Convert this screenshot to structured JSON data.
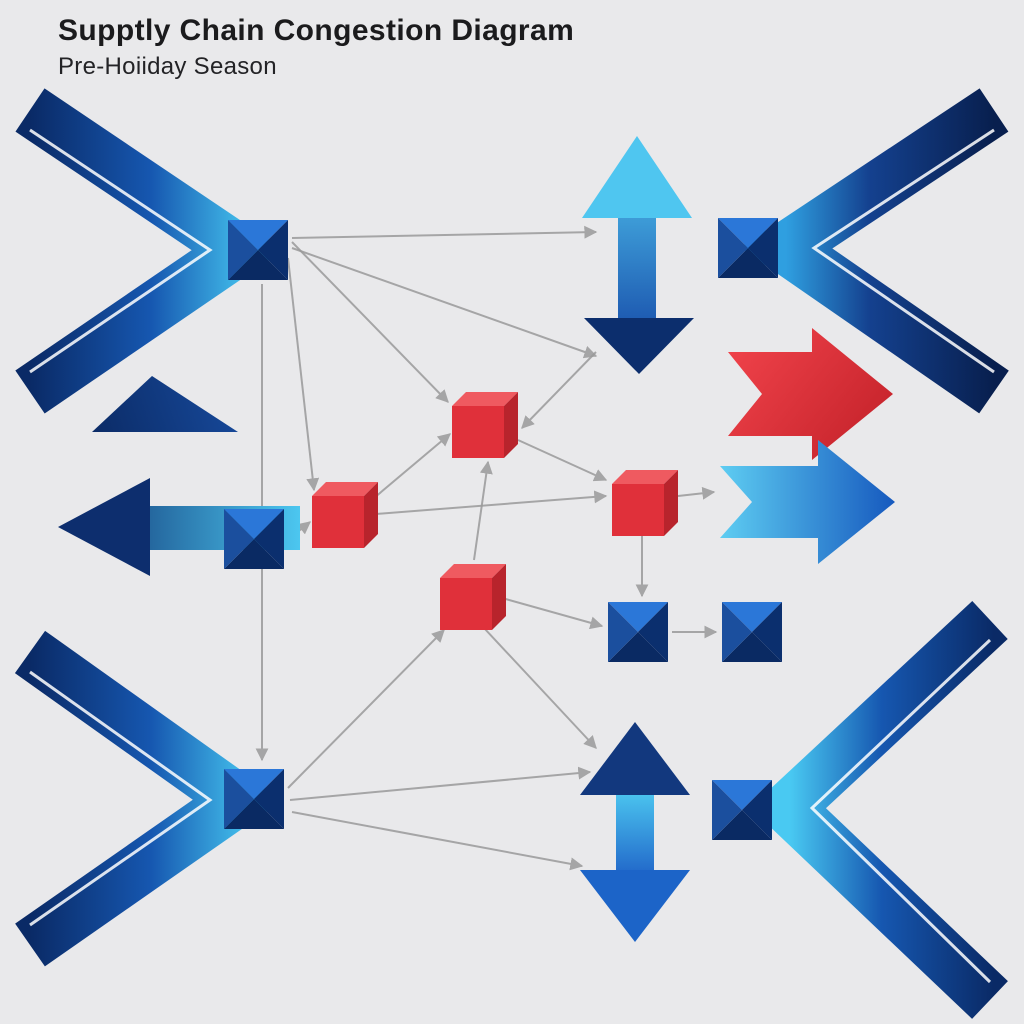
{
  "header": {
    "title": "Supptly Chain Congestion Diagram",
    "subtitle": "Pre-Hoiiday Season"
  },
  "palette": {
    "background": "#e9e9eb",
    "navy": "#0a2a66",
    "mid_blue": "#1f6fd6",
    "cyan": "#49c9f2",
    "red": "#e0303a",
    "red_light": "#ef5a60",
    "red_dark": "#b8242c",
    "connector_gray": "#9a9a9a",
    "title_text": "#1b1b1d"
  },
  "diagram": {
    "description": "Abstract supply chain congestion diagram with converging chevron arrows, hub squares, red congestion cubes, bidirectional vertical flow arrows and a gray connector network",
    "elements": [
      "inbound-chevron-top-left",
      "hub-node-top-left",
      "vertical-flow-arrow-top",
      "hub-node-top-right",
      "inbound-chevron-top-right",
      "delay-triangle-left",
      "return-arrow-left",
      "hub-node-mid-left",
      "congestion-cube-1",
      "congestion-cube-2",
      "congestion-cube-3",
      "congestion-cube-4",
      "express-arrow-red",
      "outbound-arrow-blue",
      "hub-node-center-left",
      "hub-node-center-right",
      "inbound-chevron-bottom-left",
      "hub-node-bottom-left",
      "vertical-flow-arrow-bottom",
      "hub-node-bottom-right",
      "inbound-chevron-bottom-right",
      "connector-network"
    ]
  }
}
